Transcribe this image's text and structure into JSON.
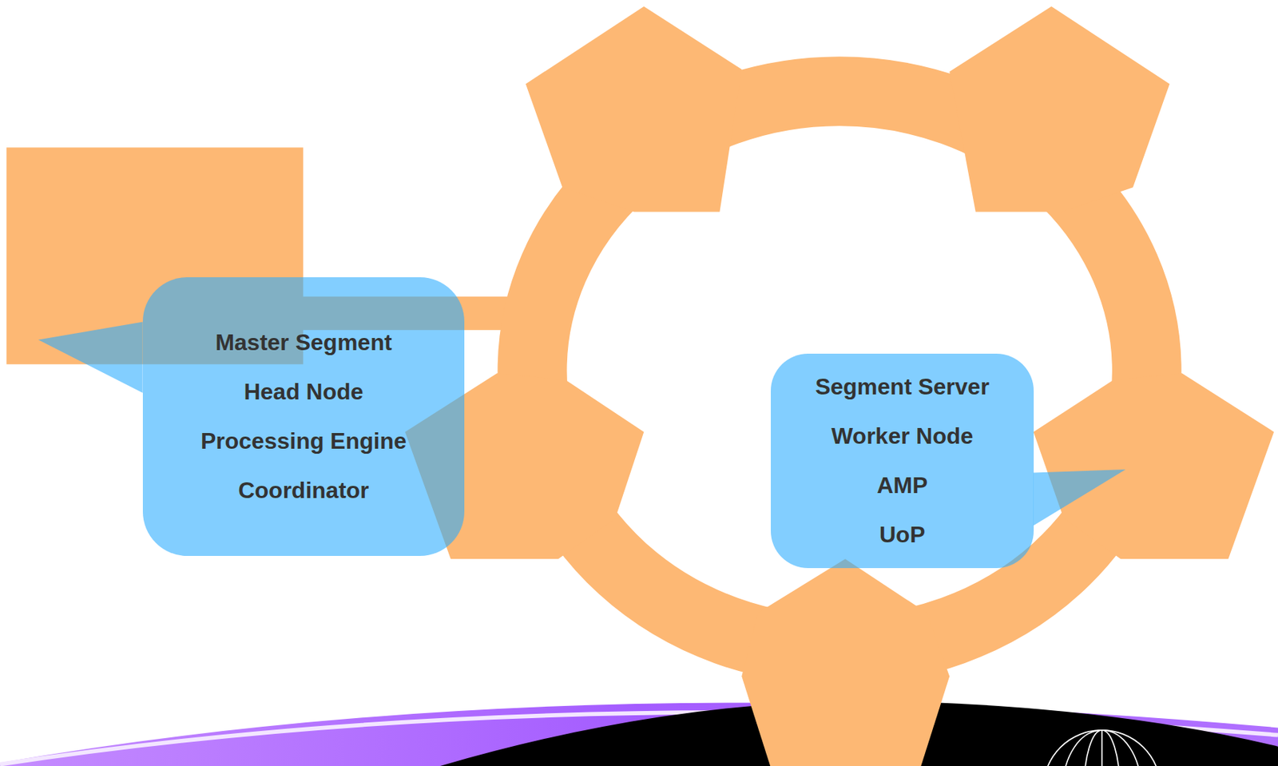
{
  "diagram": {
    "nodes": [
      {
        "text": [
          "Master Segment",
          "Head Node",
          "Processing Engine",
          "Coordinator"
        ]
      },
      {
        "text": [
          "Segment Server",
          "Worker Node",
          "AMP",
          "UoP"
        ]
      }
    ]
  }
}
